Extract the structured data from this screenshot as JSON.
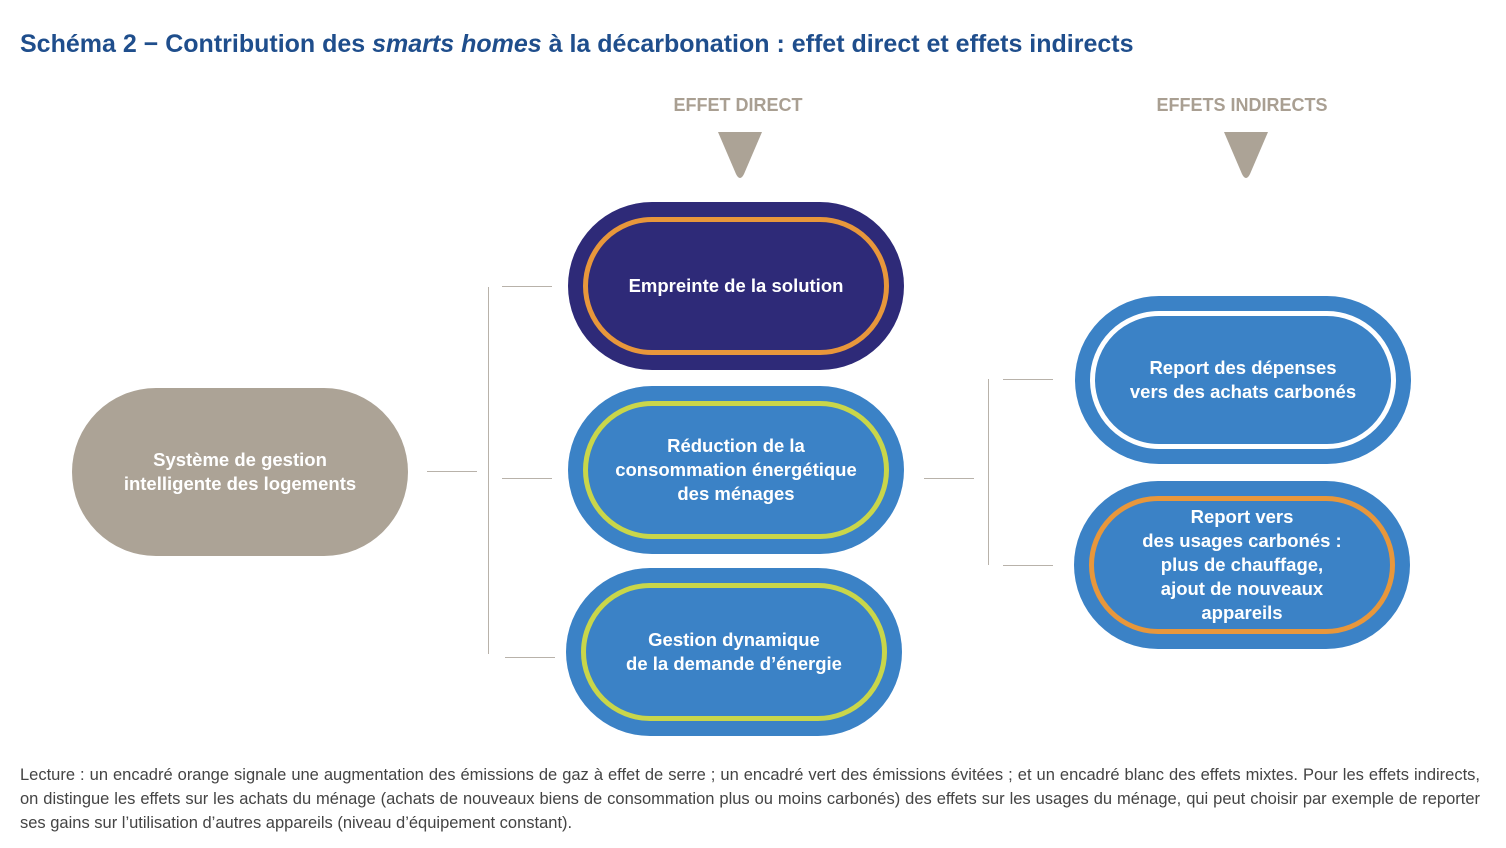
{
  "title": {
    "prefix": "Schéma 2 − Contribution des ",
    "italic": "smarts homes",
    "suffix": " à la décarbonation : effet direct et effets indirects"
  },
  "columns": {
    "direct": "EFFET DIRECT",
    "indirect": "EFFETS INDIRECTS"
  },
  "nodes": {
    "source": "Système de gestion\nintelligente des logements",
    "footprint": "Empreinte de la solution",
    "reduction": "Réduction de la\nconsommation énergétique\ndes ménages",
    "dynamic": "Gestion dynamique\nde la demande d’énergie",
    "spending": "Report des dépenses\nvers des achats carbonés",
    "usage": "Report vers\ndes usages carbonés :\nplus de chauffage,\najout de nouveaux\nappareils"
  },
  "colors": {
    "title": "#1f4e8c",
    "header": "#a99f92",
    "source_fill": "#aca396",
    "navy_fill": "#2e2a78",
    "blue_fill": "#3b82c6",
    "orange_border": "#e8973b",
    "green_border": "#c9d64a",
    "white_border": "#ffffff",
    "connector": "#b8b2aa"
  },
  "caption": "Lecture : un encadré orange signale une augmentation des émissions de gaz à effet de serre ; un encadré vert des émissions évitées ; et un encadré blanc des effets mixtes. Pour les effets indirects, on distingue les effets sur les achats du ménage (achats de nouveaux biens de consommation plus ou moins carbonés) des effets sur les usages du ménage, qui peut choisir par exemple de reporter ses gains sur l’utilisation d’autres appareils (niveau d’équipement constant)."
}
